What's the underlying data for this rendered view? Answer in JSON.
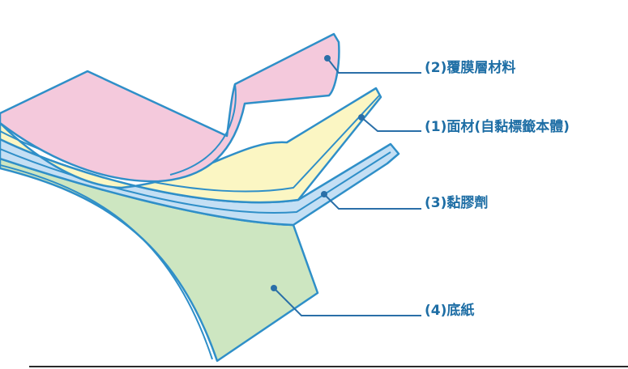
{
  "layers": [
    {
      "id": "overlaminate",
      "label": "(2)覆膜層材料",
      "fill": "#f4c9dc"
    },
    {
      "id": "facestock",
      "label": "(1)面材(自黏標籤本體)",
      "fill": "#fbf6c3"
    },
    {
      "id": "adhesive",
      "label": "(3)黏膠劑",
      "fill": "#c4dff4"
    },
    {
      "id": "liner",
      "label": "(4)底紙",
      "fill": "#cde6c1"
    }
  ],
  "colors": {
    "outline": "#2f8fc8",
    "leader": "#2a6fa8",
    "label_text": "#1e6ea5"
  }
}
